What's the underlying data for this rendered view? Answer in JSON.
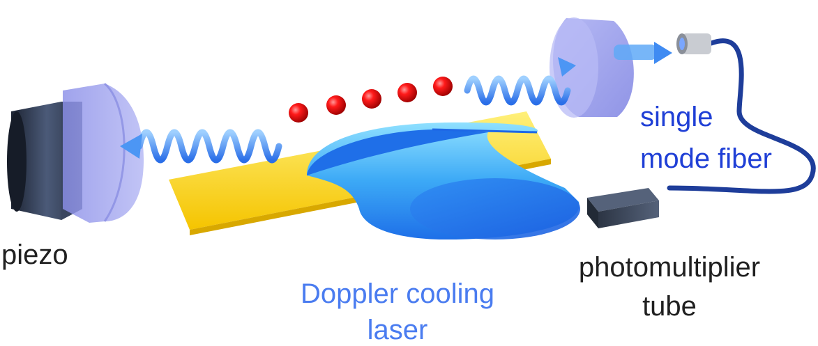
{
  "labels": {
    "piezo": "piezo",
    "fiber_line1": "single",
    "fiber_line2": "mode fiber",
    "pmt_line1": "photomultiplier",
    "pmt_line2": "tube",
    "laser_line1": "Doppler cooling",
    "laser_line2": "laser"
  },
  "colors": {
    "label_dark": "#202020",
    "label_fiber": "#1f3fd6",
    "label_laser": "#4a7cf0",
    "ion": "#e00000",
    "mirror": "#9a9ef0",
    "photon_wave": "#3f8bf2",
    "laser_beam": "#3aa0f5",
    "trap_plate": "#ffe033",
    "piezo_body": "#34405a",
    "pmt_body": "#3a4455",
    "fiber_cable": "#1e3d9a"
  },
  "ions": {
    "count": 5
  },
  "icons": [
    "piezo-actuator",
    "cavity-mirror",
    "fiber-connector",
    "photomultiplier-tube"
  ]
}
